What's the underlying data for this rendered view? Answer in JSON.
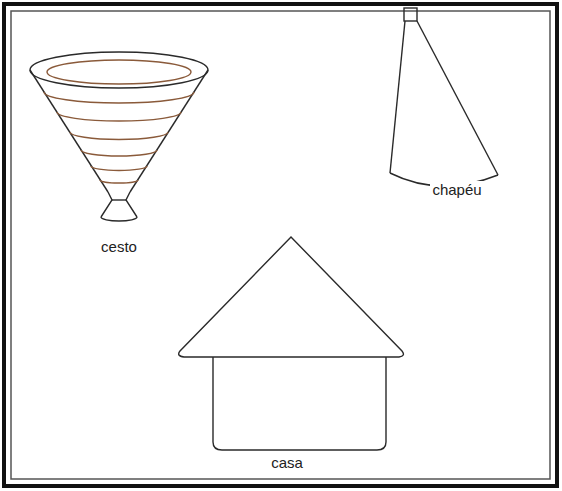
{
  "diagram": {
    "labels": [
      "cesto",
      "chapéu",
      "casa"
    ]
  }
}
